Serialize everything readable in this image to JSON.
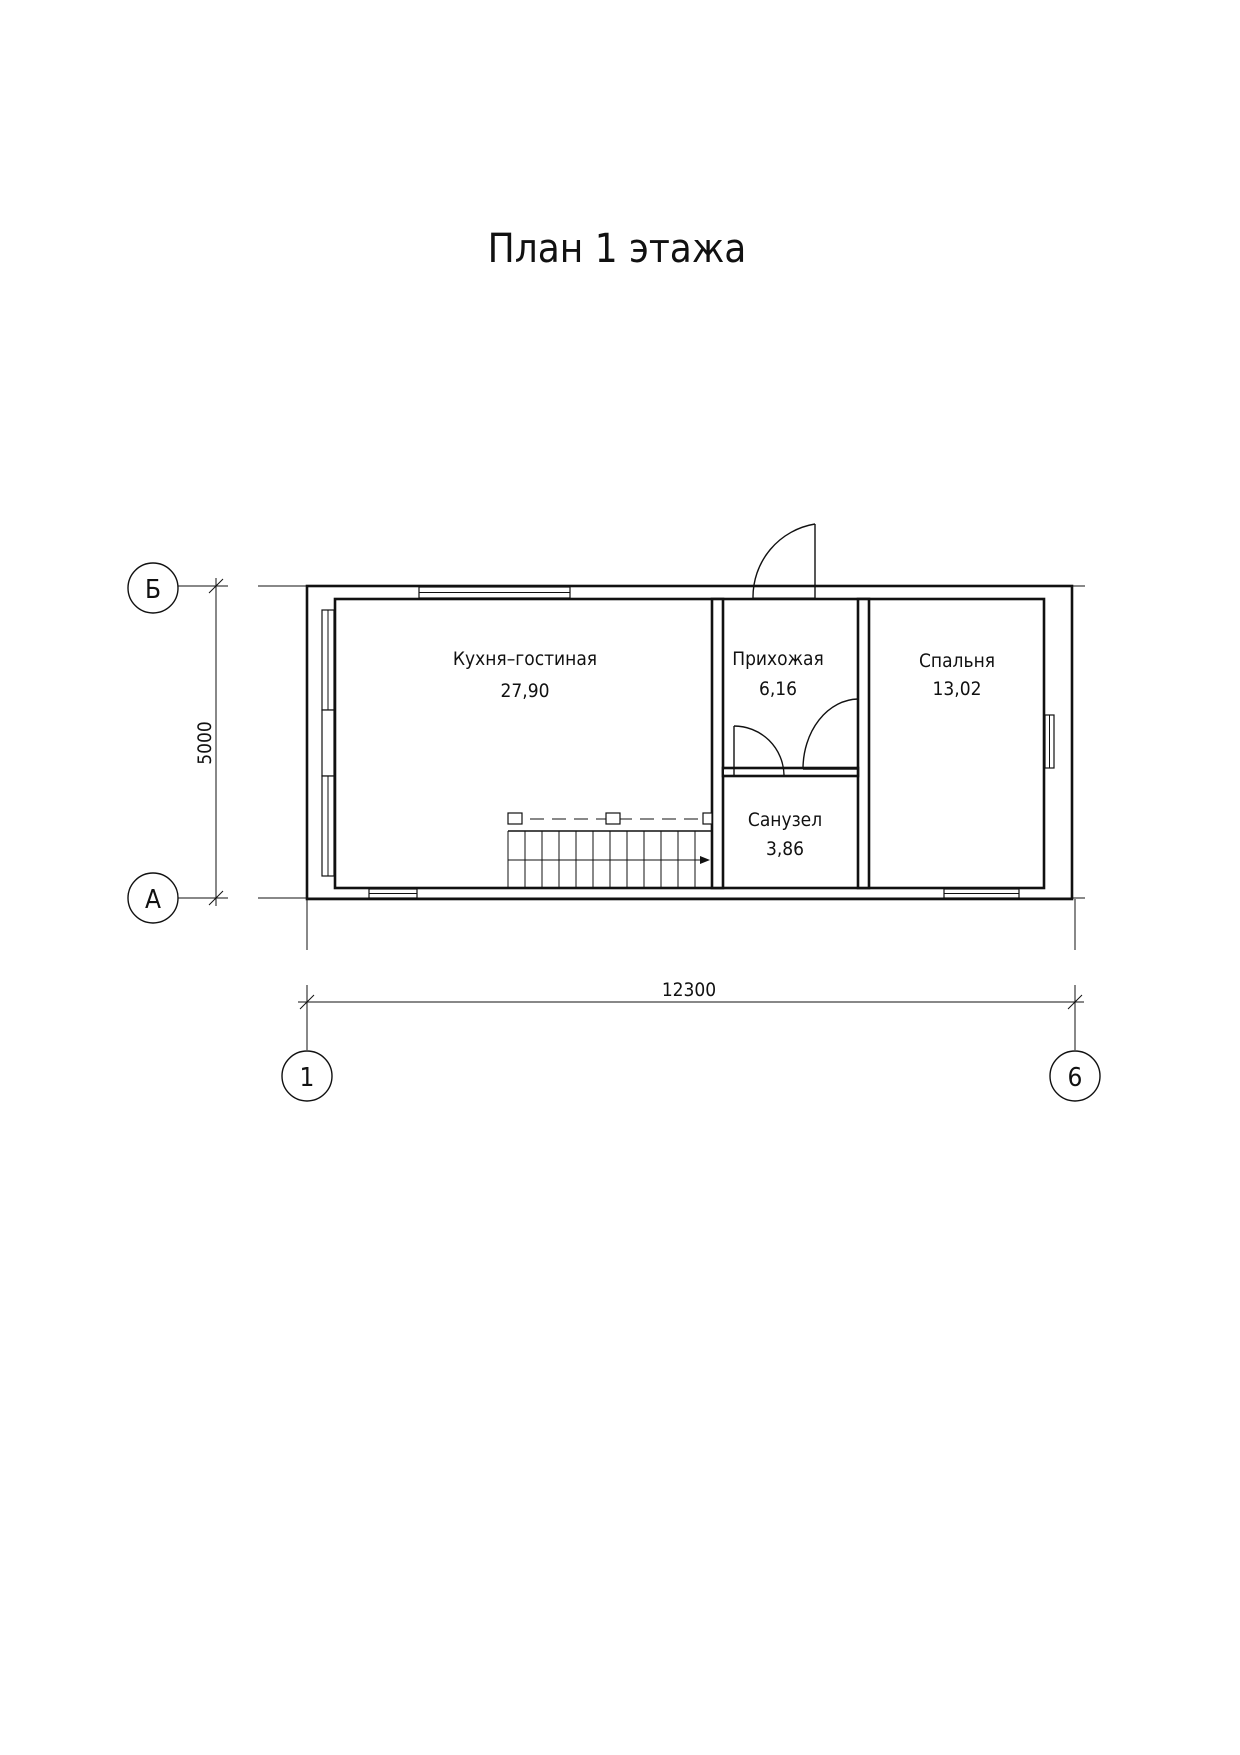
{
  "title": "План 1 этажа",
  "rooms": [
    {
      "name": "Кухня–гостиная",
      "area": "27,90"
    },
    {
      "name": "Прихожая",
      "area": "6,16"
    },
    {
      "name": "Спальня",
      "area": "13,02"
    },
    {
      "name": "Санузел",
      "area": "3,86"
    }
  ],
  "axes": {
    "row_top": "Б",
    "row_bottom": "А",
    "col_left": "1",
    "col_right": "6"
  },
  "dimensions": {
    "height": "5000",
    "width": "12300"
  }
}
